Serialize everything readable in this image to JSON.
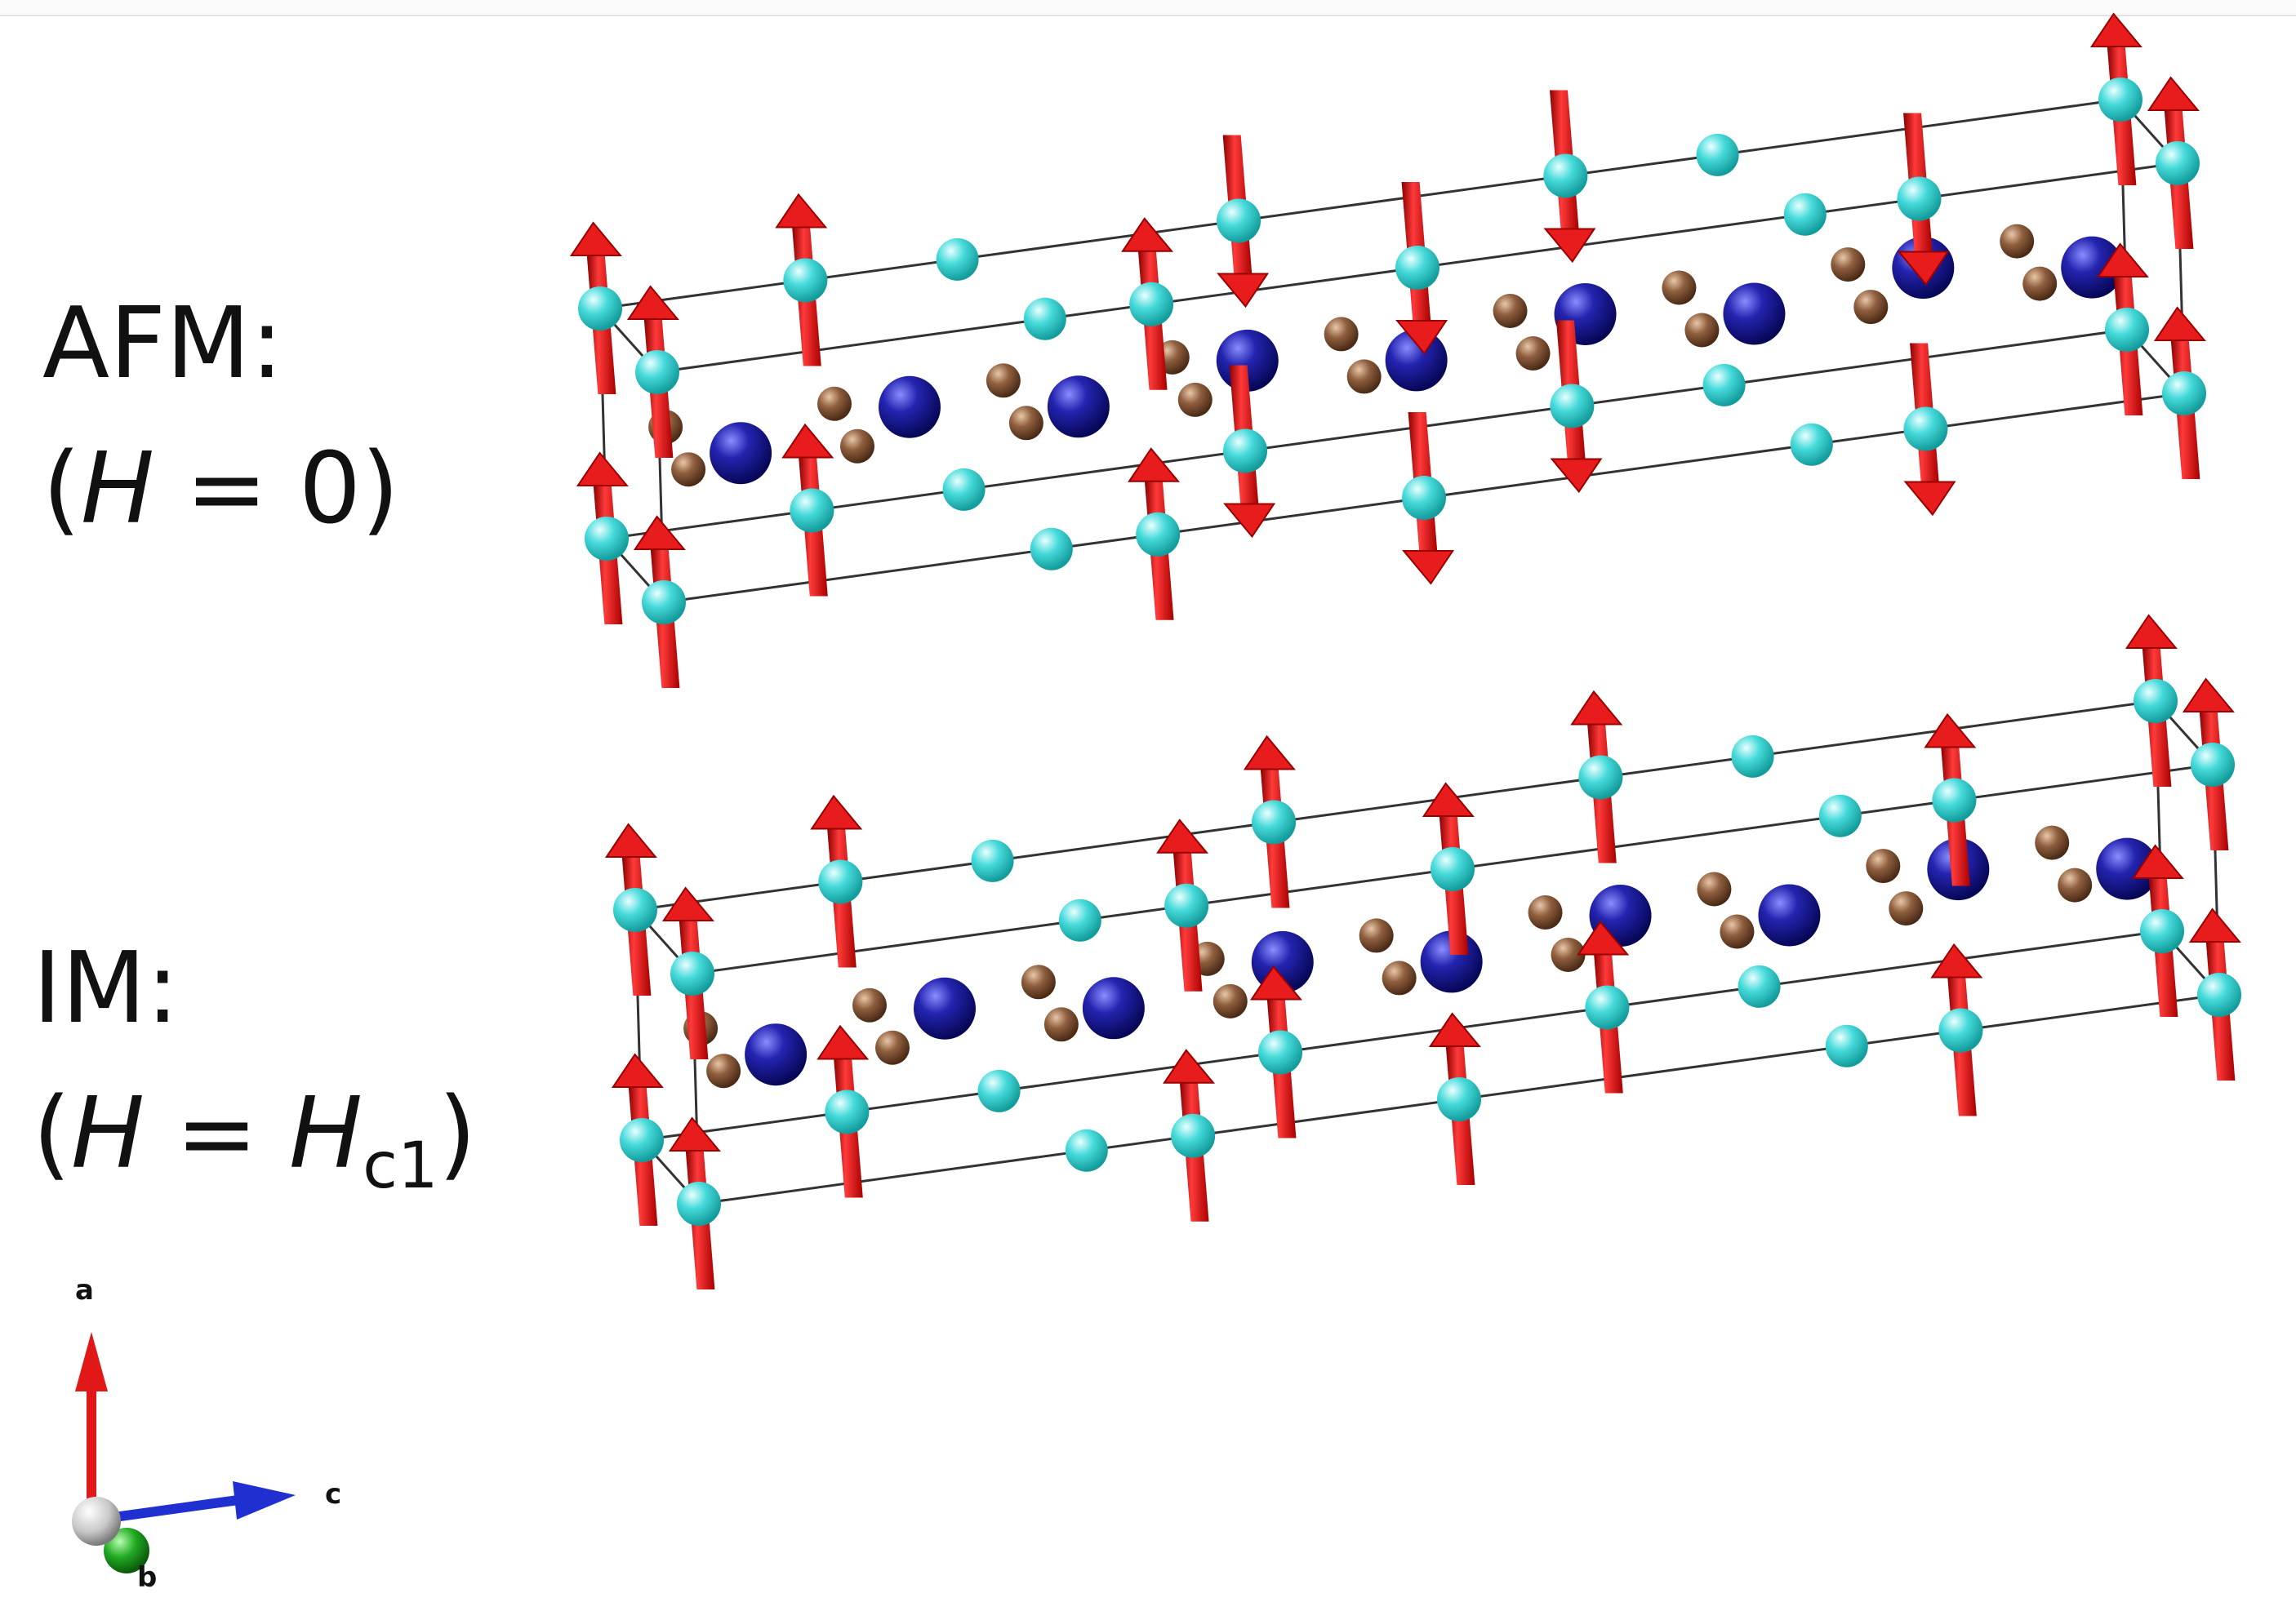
{
  "labels": {
    "afm": {
      "state": "AFM:",
      "open": "(",
      "field": "H",
      "eq": " = ",
      "value": "0",
      "close": ")"
    },
    "im": {
      "state": "IM:",
      "open": "(",
      "field": "H",
      "eq": " = ",
      "value_var": "H",
      "value_sub": "c1",
      "close": ")"
    }
  },
  "axes": {
    "a": "a",
    "b": "b",
    "c": "c"
  },
  "colors": {
    "magnetic_ion": "#3fd6d6",
    "large_ion": "#1a1a99",
    "small_ion": "#8a5a3a",
    "moment_arrow": "#e01818",
    "cell_edge": "#333333",
    "axis_a": "#e01818",
    "axis_b": "#22aa22",
    "axis_c": "#1f2fd0"
  },
  "structures": [
    {
      "name": "AFM",
      "moment_sequence": [
        "up",
        "up",
        "up",
        "down",
        "down",
        "down",
        "down",
        "up",
        "up",
        "up"
      ]
    },
    {
      "name": "IM",
      "moment_sequence": [
        "up",
        "up",
        "up",
        "up",
        "up",
        "up",
        "up",
        "up",
        "up",
        "up"
      ]
    }
  ]
}
